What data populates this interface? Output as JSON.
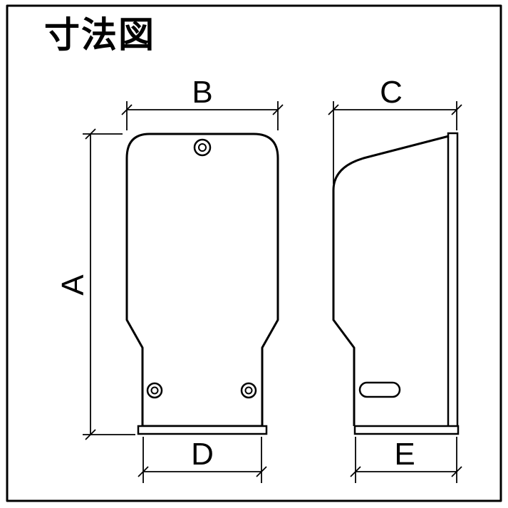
{
  "title": "寸法図",
  "dimension_labels": {
    "a": "A",
    "b": "B",
    "c": "C",
    "d": "D",
    "e": "E"
  },
  "colors": {
    "line": "#000000",
    "background": "#ffffff"
  }
}
